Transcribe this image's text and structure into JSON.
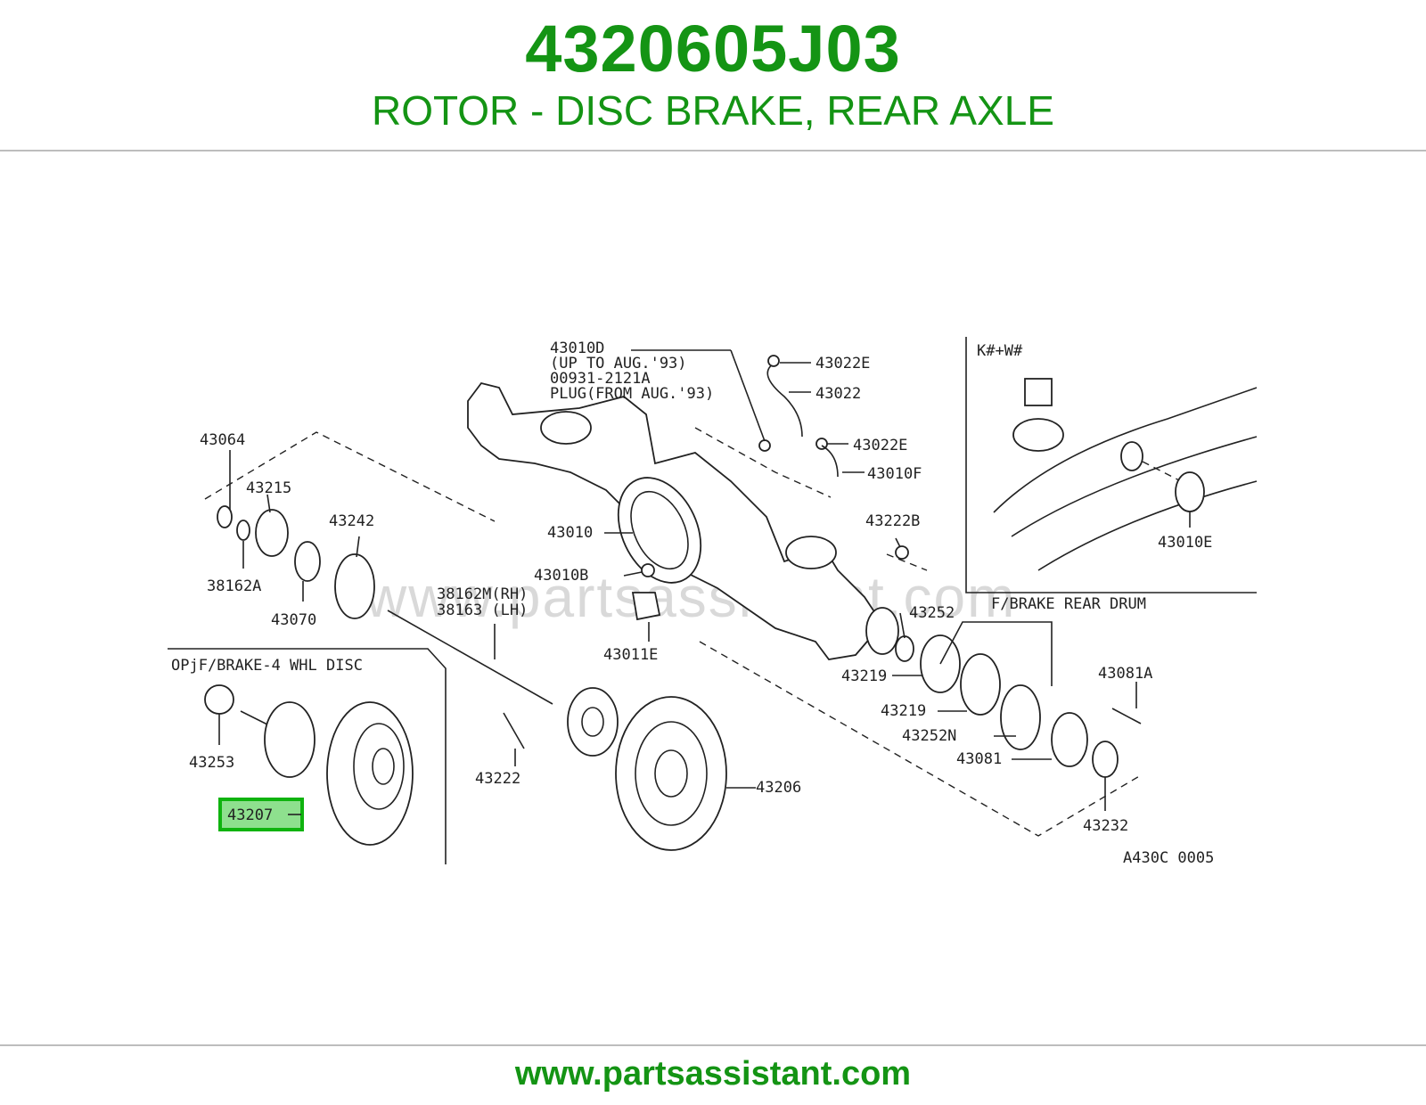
{
  "header": {
    "part_number": "4320605J03",
    "title": "ROTOR - DISC BRAKE, REAR AXLE"
  },
  "watermark": "www.partsassistant.com",
  "footer": {
    "url": "www.partsassistant.com"
  },
  "colors": {
    "brand": "#149414",
    "highlight_fill": "#8ee08e",
    "highlight_border": "#0fb30f"
  },
  "diagram": {
    "code": "A430C 0005",
    "highlighted_part": "43207",
    "labels": [
      "43010D",
      "(UP TO AUG.'93)",
      "00931-2121A",
      "PLUG(FROM AUG.'93)",
      "43022E",
      "43022",
      "43022E",
      "43010F",
      "43064",
      "43215",
      "43242",
      "38162A",
      "43070",
      "43010",
      "43010B",
      "43222B",
      "38162M(RH)",
      "38163  (LH)",
      "43011E",
      "43252",
      "F/BRAKE REAR DRUM",
      "43219",
      "43219",
      "43081A",
      "43252N",
      "43081",
      "43232",
      "43206",
      "43222",
      "43253",
      "43207"
    ],
    "box_k_title": "K#+W#",
    "box_k_label": "43010E",
    "box_disc_title": "OPjF/BRAKE-4 WHL DISC"
  }
}
